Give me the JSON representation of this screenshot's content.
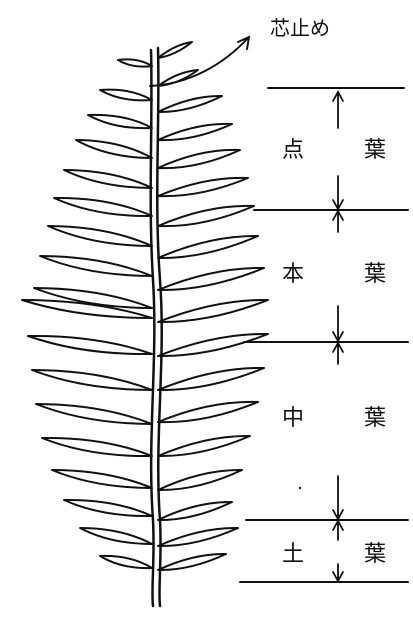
{
  "annotation": {
    "top_label": "芯止め"
  },
  "sections": [
    {
      "left": "点",
      "right": "葉"
    },
    {
      "left": "本",
      "right": "葉"
    },
    {
      "left": "中",
      "right": "葉"
    },
    {
      "left": "土",
      "right": "葉"
    }
  ]
}
